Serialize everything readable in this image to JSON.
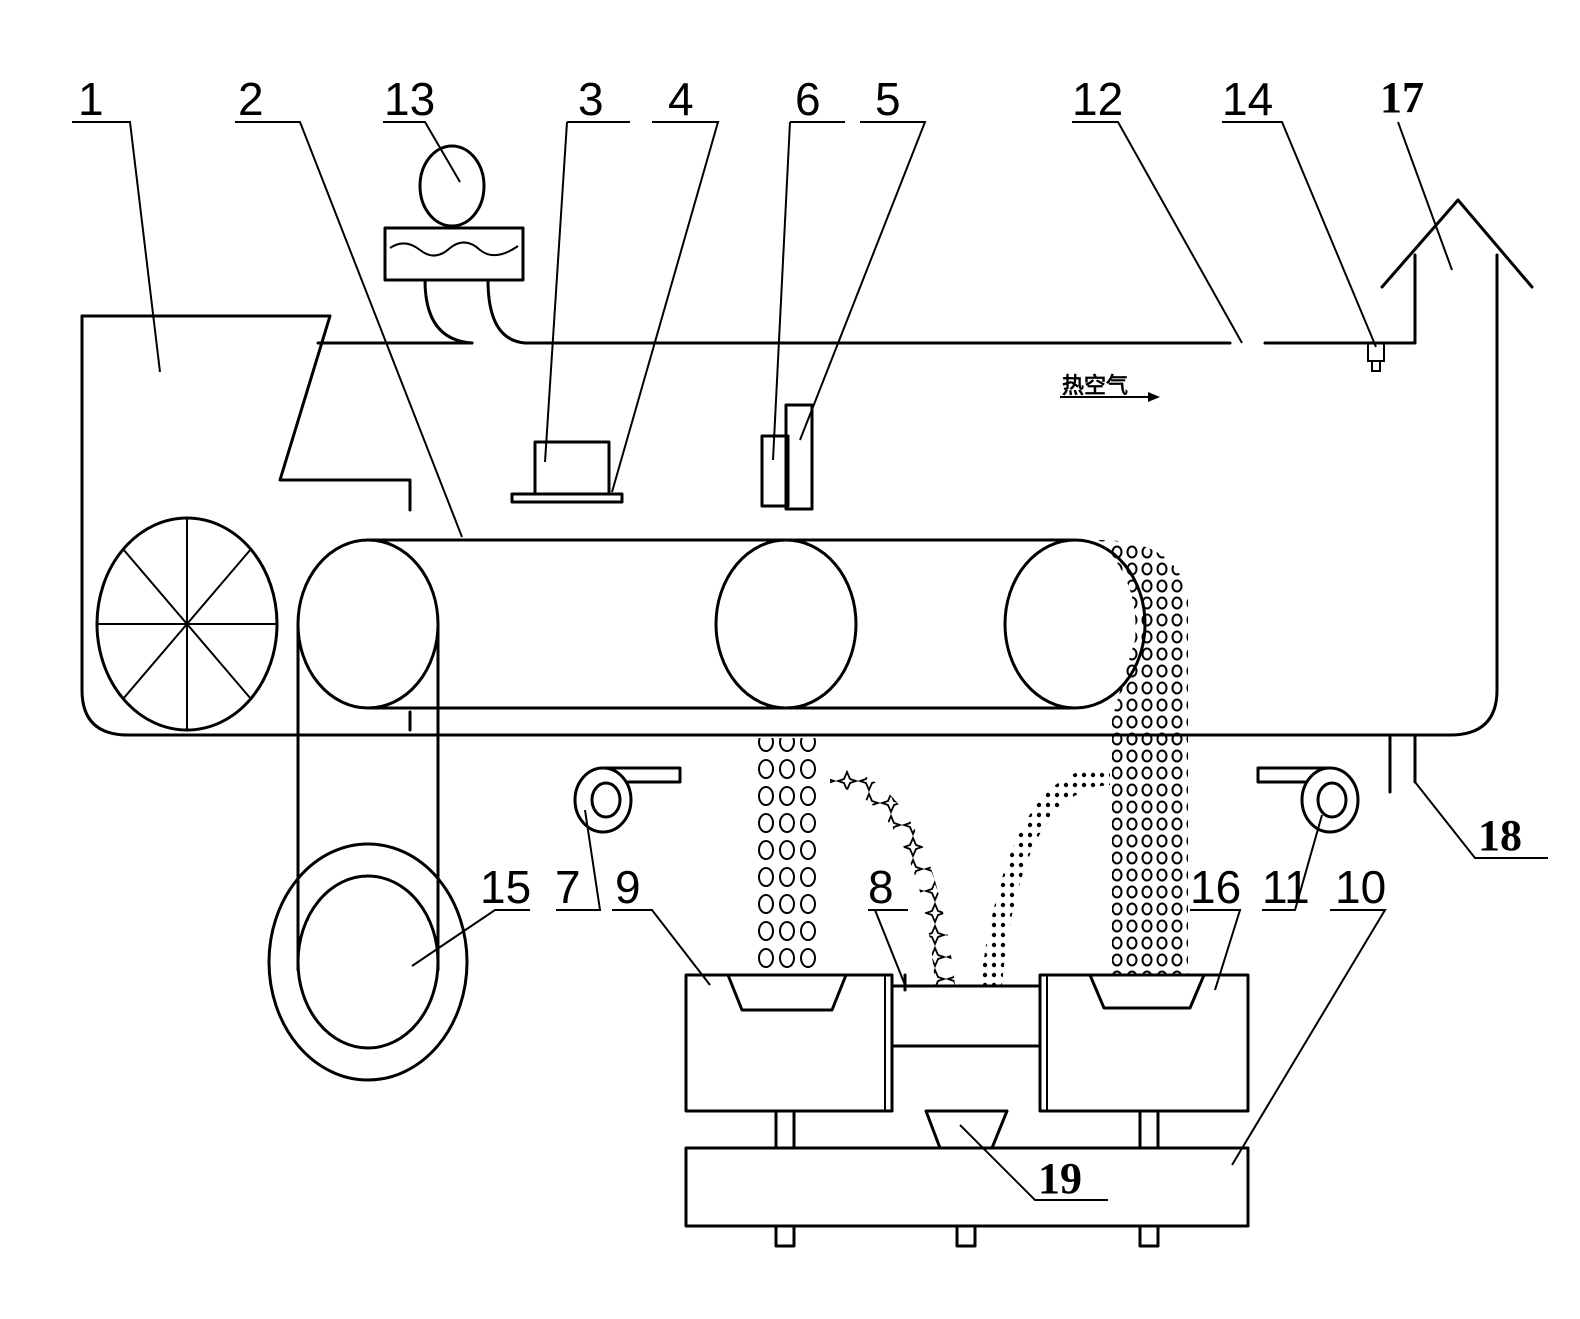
{
  "labels": {
    "l1": "1",
    "l2": "2",
    "l3": "3",
    "l4": "4",
    "l5": "5",
    "l6": "6",
    "l7": "7",
    "l8": "8",
    "l9": "9",
    "l10": "10",
    "l11": "11",
    "l12": "12",
    "l13": "13",
    "l14": "14",
    "l15": "15",
    "l16": "16",
    "l17": "17",
    "l18": "18",
    "l19": "19"
  },
  "airflow_note": "热空气"
}
